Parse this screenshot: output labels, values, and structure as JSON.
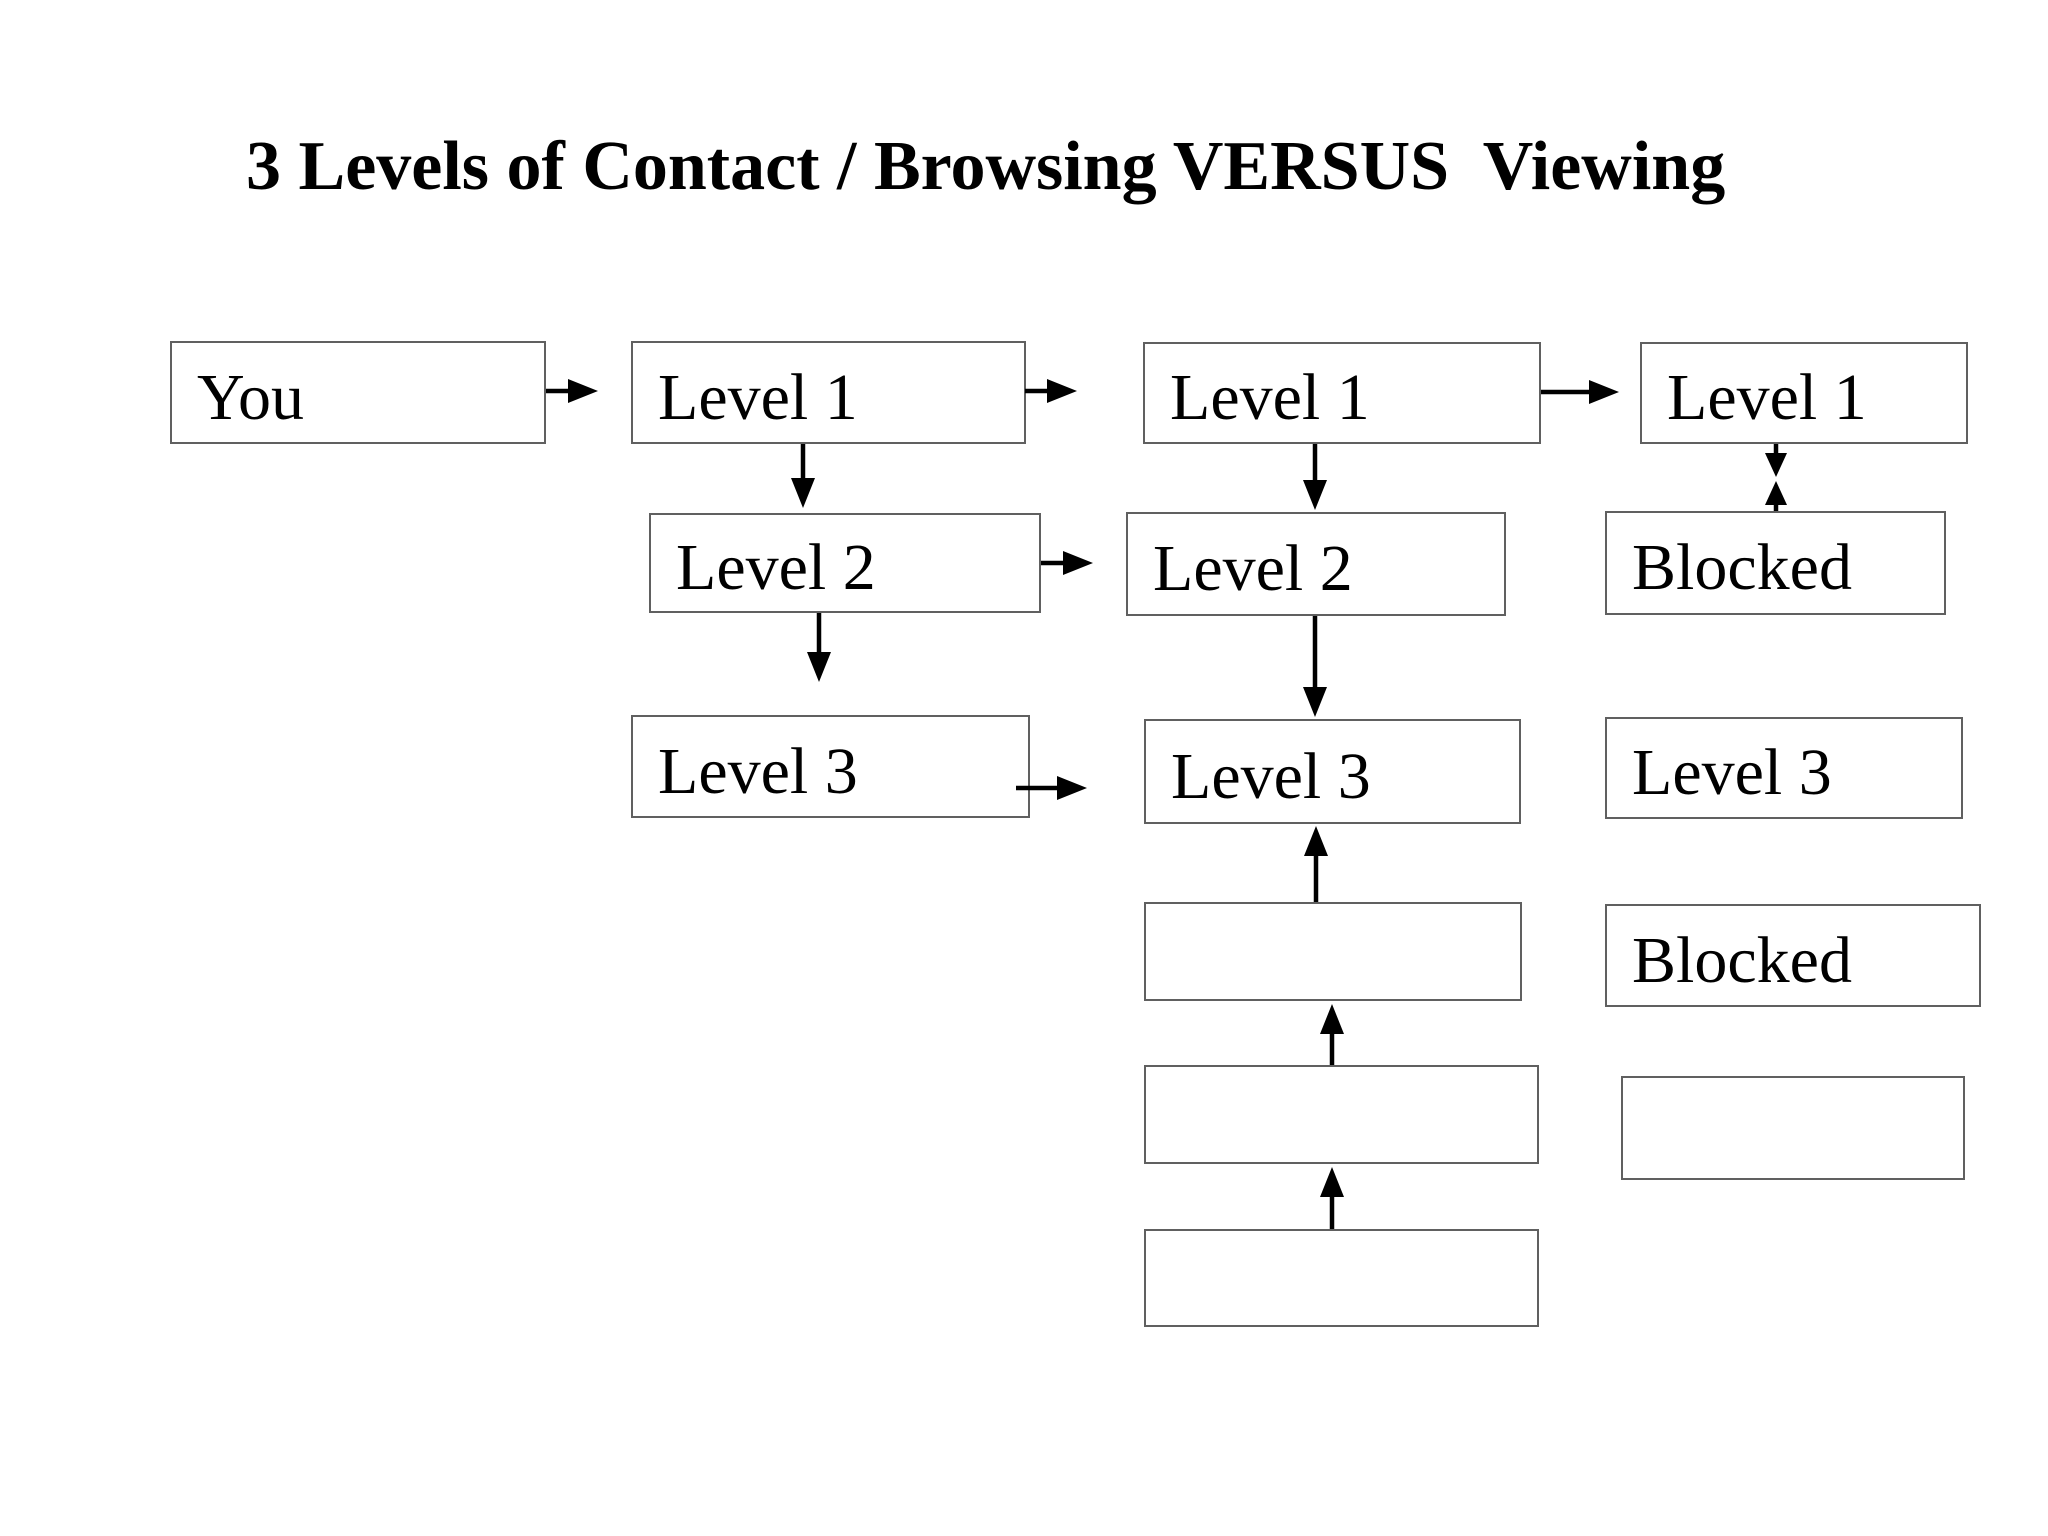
{
  "title": "3 Levels of Contact / Browsing VERSUS  Viewing",
  "colors": {
    "background": "#ffffff",
    "box_border": "#606060",
    "arrow": "#000000",
    "text": "#000000"
  },
  "boxes": {
    "you": {
      "label": "You"
    },
    "level1_col2": {
      "label": "Level 1"
    },
    "level1_col3": {
      "label": "Level 1"
    },
    "level1_col4": {
      "label": "Level 1"
    },
    "level2_col2": {
      "label": "Level 2"
    },
    "level2_col3": {
      "label": "Level 2"
    },
    "blocked_upper": {
      "label": "Blocked"
    },
    "level3_col2": {
      "label": "Level 3"
    },
    "level3_col3": {
      "label": "Level 3"
    },
    "level3_col4": {
      "label": "Level 3"
    },
    "empty_col3_a": {
      "label": ""
    },
    "blocked_lower": {
      "label": "Blocked"
    },
    "empty_col3_b": {
      "label": ""
    },
    "empty_col4": {
      "label": ""
    },
    "empty_col3_c": {
      "label": ""
    }
  },
  "connections": [
    {
      "from": "you",
      "to": "level1_col2",
      "direction": "right"
    },
    {
      "from": "level1_col2",
      "to": "level1_col3",
      "direction": "right"
    },
    {
      "from": "level1_col3",
      "to": "level1_col4",
      "direction": "right"
    },
    {
      "from": "level1_col2",
      "to": "level2_col2",
      "direction": "down"
    },
    {
      "from": "level2_col2",
      "to": "level2_col3",
      "direction": "right"
    },
    {
      "from": "level2_col2",
      "to": "level3_col2",
      "direction": "down"
    },
    {
      "from": "level3_col2",
      "to": "level3_col3",
      "direction": "right"
    },
    {
      "from": "level1_col3",
      "to": "level2_col3",
      "direction": "down"
    },
    {
      "from": "level2_col3",
      "to": "level3_col3",
      "direction": "down"
    },
    {
      "from": "empty_col3_a",
      "to": "level3_col3",
      "direction": "up"
    },
    {
      "from": "empty_col3_b",
      "to": "empty_col3_a",
      "direction": "up"
    },
    {
      "from": "empty_col3_c",
      "to": "empty_col3_b",
      "direction": "up"
    },
    {
      "from": "level1_col4",
      "to": "blocked_upper",
      "direction": "down-stub"
    },
    {
      "from": "blocked_upper",
      "to": "level1_col4",
      "direction": "up-stub"
    }
  ]
}
